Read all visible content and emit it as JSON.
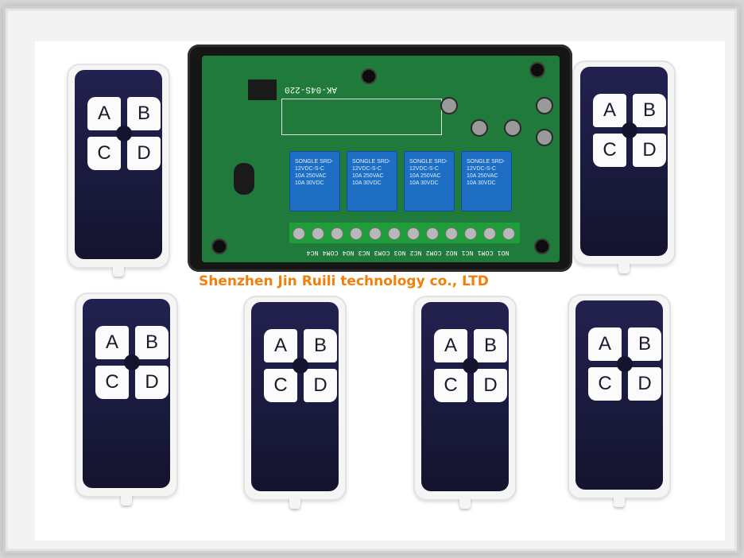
{
  "company": "Shenzhen Jin Ruili technology co., LTD",
  "accent_color": "#f0800a",
  "board": {
    "model": "AK-04S-220",
    "terminal_labels": "NO1 COM1 NC1 NO2 COM2 NC2 NO3 COM3 NC3 NO4 COM4 NC4",
    "relay_text": "SONGLE SRD-12VDC-S-C 10A 250VAC 10A 30VDC"
  },
  "remotes": [
    {
      "keys": [
        "A",
        "B",
        "C",
        "D"
      ]
    },
    {
      "keys": [
        "A",
        "B",
        "C",
        "D"
      ]
    },
    {
      "keys": [
        "A",
        "B",
        "C",
        "D"
      ]
    },
    {
      "keys": [
        "A",
        "B",
        "C",
        "D"
      ]
    },
    {
      "keys": [
        "A",
        "B",
        "C",
        "D"
      ]
    },
    {
      "keys": [
        "A",
        "B",
        "C",
        "D"
      ]
    }
  ]
}
